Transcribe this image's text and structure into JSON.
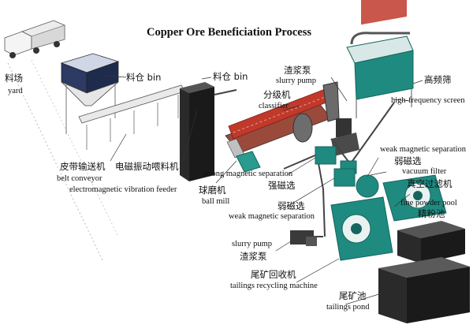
{
  "title": "Copper Ore Beneficiation Process",
  "labels": {
    "yard_zh": "料场",
    "yard_en": "yard",
    "bin1": "料仓 bin",
    "bin2": "料仓 bin",
    "slurry_pump_top_zh": "渣浆泵",
    "slurry_pump_top_en": "slurry pump",
    "classifier_zh": "分级机",
    "classifier_en": "classifier",
    "hf_screen_zh": "高频筛",
    "hf_screen_en": "high-frequency screen",
    "weak_mag_right_en": "weak magnetic separation",
    "weak_mag_right_zh": "弱磁选",
    "vacuum_filter_en": "vacuum filter",
    "vacuum_filter_zh": "真空过滤机",
    "belt_conveyor_zh": "皮带输送机",
    "belt_conveyor_en": "belt conveyor",
    "feeder_zh": "电磁振动喂料机",
    "feeder_en": "electromagnetic vibration feeder",
    "strong_mag_en": "strong magnetic separation",
    "strong_mag_zh": "强磁选",
    "ball_mill_zh": "球磨机",
    "ball_mill_en": "ball mill",
    "weak_mag_mid_zh": "弱磁选",
    "weak_mag_mid_en": "weak magnetic separation",
    "fine_pool_en": "fine powder pool",
    "fine_pool_zh": "精粉池",
    "slurry_pump_bot_en": "slurry pump",
    "slurry_pump_bot_zh": "渣浆泵",
    "tailings_machine_zh": "尾矿回收机",
    "tailings_machine_en": "tailings recycling machine",
    "tailings_pond_zh": "尾矿池",
    "tailings_pond_en": "tailings pond"
  },
  "colors": {
    "green": "#1f8a80",
    "green_dark": "#15655e",
    "red": "#c0392b",
    "rust": "#9a4a3a",
    "dark": "#2a2a2a",
    "navy": "#1f2b4d",
    "gray": "#8a8a8a"
  }
}
